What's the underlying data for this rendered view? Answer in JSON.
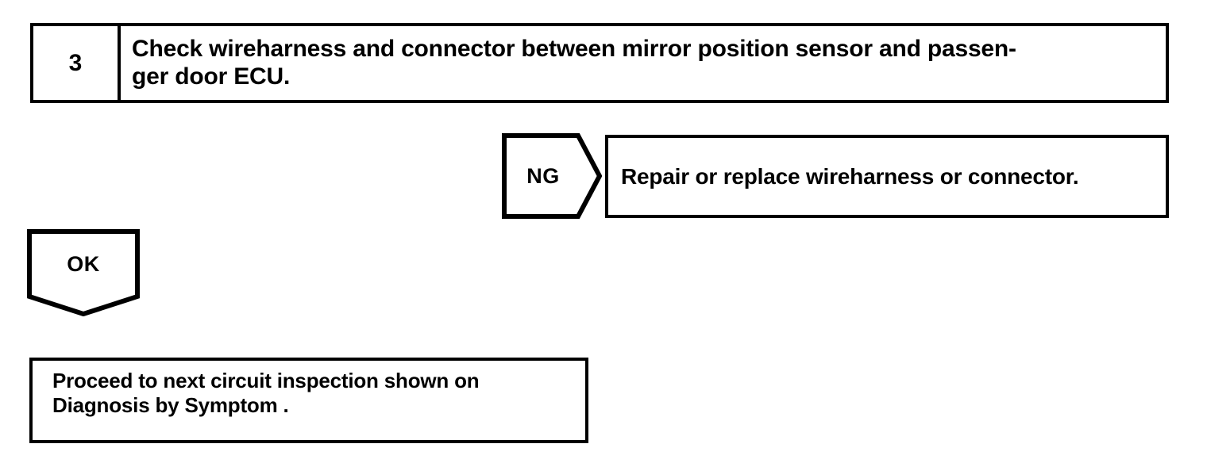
{
  "document": {
    "type": "troubleshooting-flowchart",
    "colors": {
      "ink": "#000000",
      "background": "#ffffff"
    }
  },
  "step": {
    "number": "3",
    "instruction": "Check wireharness and connector between mirror position sensor and passen-\nger door ECU."
  },
  "branches": {
    "ng": {
      "label": "NG",
      "shape": "pentagon-arrow-right",
      "result_text": "Repair or replace wireharness or connector."
    },
    "ok": {
      "label": "OK",
      "shape": "pentagon-arrow-down",
      "result_text": "Proceed to next circuit inspection shown on\nDiagnosis by Symptom ."
    }
  }
}
